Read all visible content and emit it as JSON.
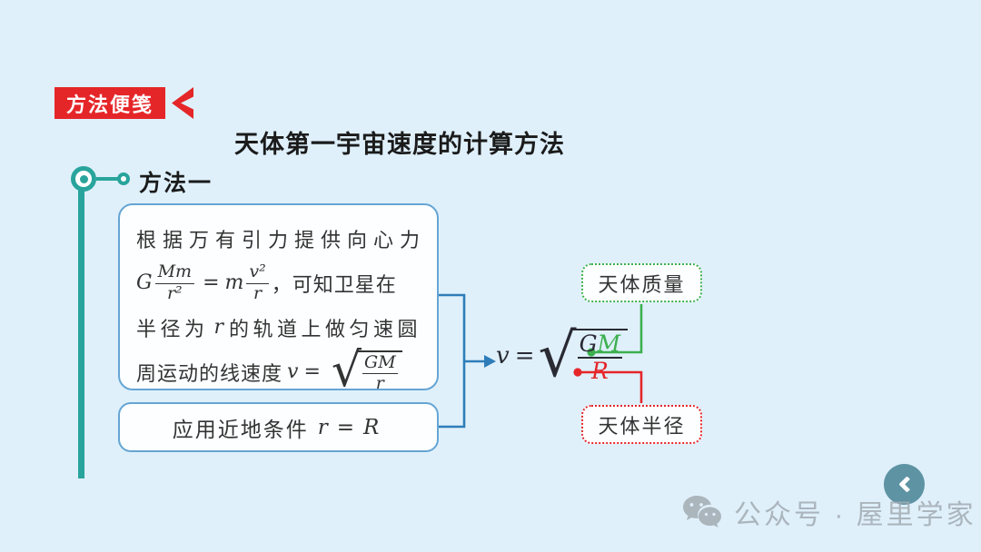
{
  "colors": {
    "background": "#dff0fb",
    "accent_red": "#e52629",
    "accent_teal": "#29a49c",
    "accent_green": "#3cb04e",
    "box_border_blue": "#65a5d4",
    "connector_blue": "#2e7db8",
    "watermark_gray": "#a3abb2",
    "back_button_teal": "#5e93a3"
  },
  "badge": {
    "label": "方法便笺"
  },
  "title": "天体第一宇宙速度的计算方法",
  "method": {
    "label": "方法一"
  },
  "derivation_box": {
    "line1": "根据万有引力提供向心力",
    "formula": {
      "G": "G",
      "frac1_num": "Mm",
      "frac1_den": "r²",
      "equals": "=",
      "m": "m",
      "frac2_num": "v²",
      "frac2_den": "r"
    },
    "line2_tail": "，可知卫星在",
    "line3_pre": "半径为",
    "line3_var": "r",
    "line3_post": "的轨道上做匀速圆",
    "line4_pre": "周运动的线速度",
    "line4_v": "v",
    "line4_equals": "=",
    "line4_radical": "√",
    "root_num": "GM",
    "root_den": "r"
  },
  "condition_box": {
    "pre": "应用近地条件",
    "var": "r",
    "equals": "=",
    "value": "R"
  },
  "result_formula": {
    "v": "v",
    "equals": "=",
    "radical": "√",
    "G": "G",
    "M": "M",
    "R": "R"
  },
  "mass_label": "天体质量",
  "radius_label": "天体半径",
  "watermark": {
    "icon": "wechat-icon",
    "text": "公众号 · 屋里学家"
  },
  "back_button": {
    "icon": "chevron-left"
  }
}
